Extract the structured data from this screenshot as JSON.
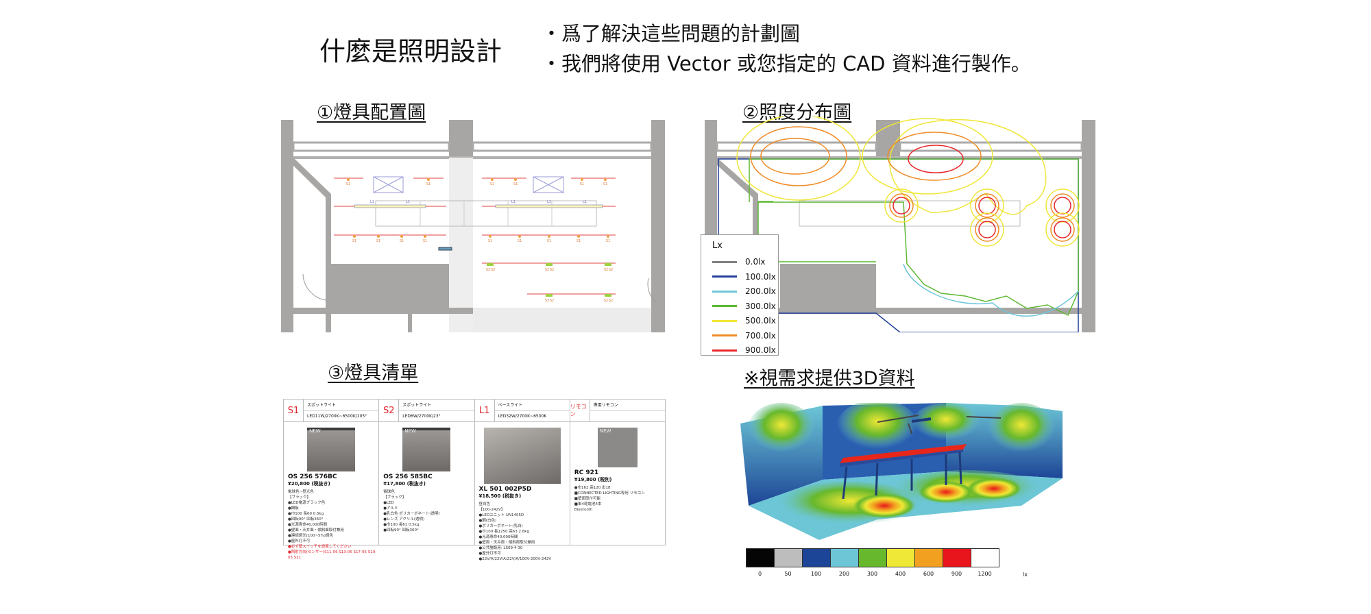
{
  "header": {
    "title": "什麼是照明設計",
    "bullets": [
      "爲了解決這些問題的計劃圖",
      "我們將使用 Vector 或您指定的 CAD 資料進行製作。"
    ]
  },
  "sections": {
    "layout_title": "①燈具配置圖",
    "distribution_title": "②照度分布圖",
    "list_title": "③燈具清單",
    "render_title": "※視需求提供3D資料"
  },
  "plan_labels": {
    "s1": "S1",
    "s2": "S2",
    "l1": "L1"
  },
  "legend": {
    "title": "Lx",
    "items": [
      {
        "label": "0.0lx",
        "color": "#808080"
      },
      {
        "label": "100.0lx",
        "color": "#1f3f9a"
      },
      {
        "label": "200.0lx",
        "color": "#6cc6d8"
      },
      {
        "label": "300.0lx",
        "color": "#5db832"
      },
      {
        "label": "500.0lx",
        "color": "#efe636"
      },
      {
        "label": "700.0lx",
        "color": "#f08a24"
      },
      {
        "label": "900.0lx",
        "color": "#e8262a"
      }
    ]
  },
  "products": [
    {
      "code": "S1",
      "type": "スポットライト",
      "spec": "LED11W/2700K~6500K/105°",
      "badge": "NEW",
      "model": "OS 256 576BC",
      "price": "¥20,800 (税抜き)",
      "details": [
        "電球色~昼光色",
        "【ブラック】",
        "●LED電源ブラック色",
        "●鋼板",
        "●巾100 長60 0.5kg",
        "●回転90° 回転360°",
        "●光源寿命40,000時間",
        "●壁面・天井面・傾斜面取付兼用",
        "●連続調光(100~5%)調色",
        "●屋外灯不可"
      ],
      "warn": [
        "●必ず壁スイッチを設置してください",
        "●照射方向(センサー)S11-06 S13-05 S17-05 S19-05 S21"
      ]
    },
    {
      "code": "S2",
      "type": "スポットライト",
      "spec": "LED6W/2700K/23°",
      "badge": "NEW",
      "model": "OS 256 585BC",
      "price": "¥17,800 (税抜き)",
      "details": [
        "電球色",
        "【ブラック】",
        "●LED",
        "●アルミ",
        "●乳白色 ポリカーボネート(透明)",
        "●レンズ アクリル(透明)",
        "●巾100 長61 0.5kg",
        "●回転90° 回転360°"
      ],
      "warn": []
    },
    {
      "code": "L1",
      "type": "ベースライト",
      "spec": "LED32W/2700K~6500K",
      "badge": "",
      "model": "XL 501 002P5D",
      "price": "¥18,500 (税抜き)",
      "details": [
        "昼白色",
        "【100-242V】",
        "●LEDユニット UN1405D",
        "●鋼(白色)",
        "●ポリカーボネート(乳白)",
        "●巾100 長1250 高63 2.8kg",
        "●光源寿命40,000時間",
        "●壁面・天井面・傾斜面取付兼用",
        "●公共施設用: LS09-4-30",
        "●屋外灯不可",
        "●22V/A/22V/A/22V/A/100V-200V-242V"
      ],
      "warn": []
    },
    {
      "code": "リモコン",
      "type": "専用リモコン",
      "spec": "",
      "badge": "NEW",
      "model": "RC 921",
      "price": "¥19,800 (税別)",
      "details": [
        "●巾162 高120 出18",
        "■CONNECTED LIGHTING専用 リモコン",
        "■壁面取付可能",
        "■単4乾電池4本",
        "Bluetooth"
      ],
      "warn": []
    }
  ],
  "colorbar": {
    "unit": "lx",
    "stops": [
      {
        "label": "0",
        "color": "#050505"
      },
      {
        "label": "50",
        "color": "#bdbdbd"
      },
      {
        "label": "100",
        "color": "#1d4597"
      },
      {
        "label": "200",
        "color": "#6cc6d6"
      },
      {
        "label": "300",
        "color": "#67b82c"
      },
      {
        "label": "400",
        "color": "#efe836"
      },
      {
        "label": "600",
        "color": "#f2a020"
      },
      {
        "label": "900",
        "color": "#e8161c"
      },
      {
        "label": "1200",
        "color": "#ffffff"
      }
    ]
  }
}
